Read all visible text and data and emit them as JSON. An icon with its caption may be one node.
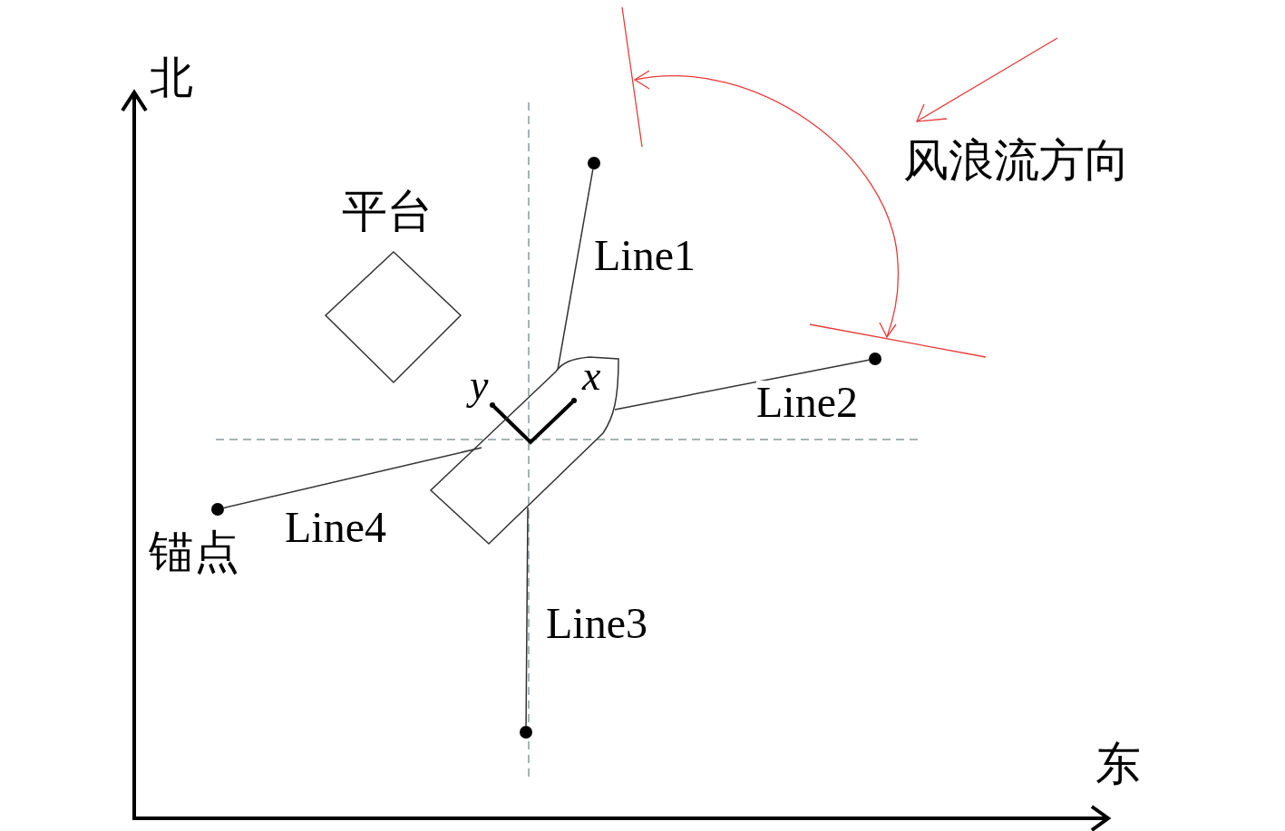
{
  "diagram": {
    "nodes": [
      {
        "text": [
          "平台"
        ]
      },
      {
        "text": [],
        "shape": "ship"
      },
      {
        "text": [],
        "shape": "circle"
      },
      {
        "text": [],
        "shape": "circle"
      },
      {
        "text": [],
        "shape": "circle"
      },
      {
        "text": [],
        "shape": "circle",
        "beside": [
          "锚点"
        ]
      }
    ],
    "edges": [
      {
        "from": 1,
        "to": 2,
        "arrow": "none",
        "label": "Line1"
      },
      {
        "from": 1,
        "to": 3,
        "arrow": "none",
        "label": "Line2"
      },
      {
        "from": 1,
        "to": 4,
        "arrow": "none",
        "label": "Line3"
      },
      {
        "from": 1,
        "to": 5,
        "arrow": "none",
        "label": "Line4"
      }
    ],
    "labels": [
      "北",
      "风浪流方向",
      "x",
      "y",
      "东"
    ]
  }
}
